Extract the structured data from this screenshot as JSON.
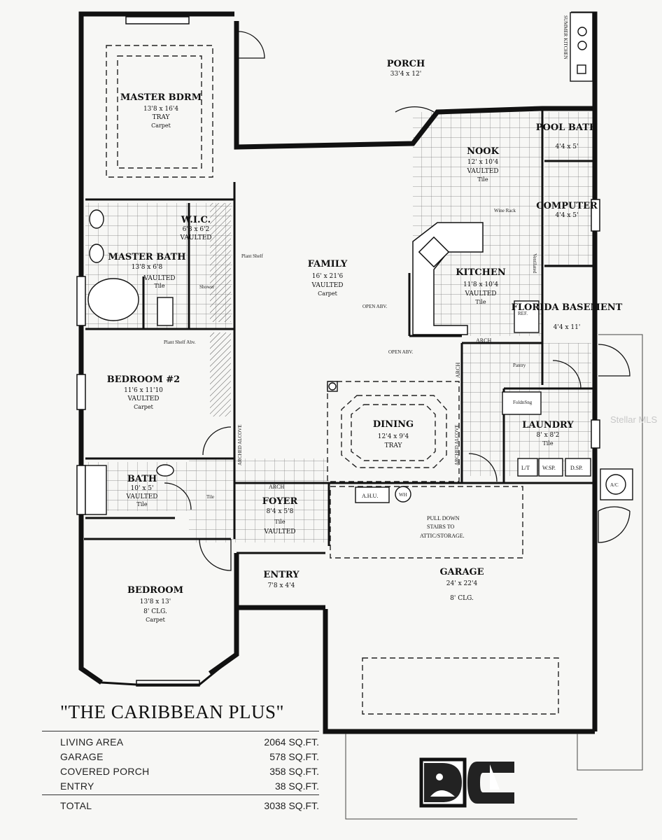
{
  "plan": {
    "title": "\"THE CARIBBEAN PLUS\"",
    "watermark": "Stellar MLS",
    "rooms": [
      {
        "name": "PORCH",
        "dim": "33'4 x 12'"
      },
      {
        "name": "MASTER BDRM",
        "dim": "13'8 x 16'4",
        "note": "TRAY",
        "finish": "Carpet"
      },
      {
        "name": "W.I.C.",
        "dim": "6'8 x 6'2",
        "note": "VAULTED"
      },
      {
        "name": "MASTER BATH",
        "dim": "13'8 x 6'8",
        "note": "VAULTED",
        "finish": "Tile"
      },
      {
        "name": "FAMILY",
        "dim": "16' x 21'6",
        "note": "VAULTED",
        "finish": "Carpet"
      },
      {
        "name": "NOOK",
        "dim": "12' x 10'4",
        "note": "VAULTED",
        "finish": "Tile"
      },
      {
        "name": "KITCHEN",
        "dim": "11'8 x 10'4",
        "note": "VAULTED",
        "finish": "Tile"
      },
      {
        "name": "POOL BATH",
        "dim": "4'4 x 5'"
      },
      {
        "name": "COMPUTER",
        "dim": "4'4 x 5'"
      },
      {
        "name": "FLORIDA BASEMENT",
        "dim": "4'4 x 11'"
      },
      {
        "name": "BEDROOM #2",
        "dim": "11'6 x 11'10",
        "note": "VAULTED",
        "finish": "Carpet"
      },
      {
        "name": "DINING",
        "dim": "12'4 x 9'4",
        "note": "TRAY"
      },
      {
        "name": "LAUNDRY",
        "dim": "8' x 8'2",
        "finish": "Tile"
      },
      {
        "name": "BATH",
        "dim": "10' x 5'",
        "note": "VAULTED",
        "finish": "Tile"
      },
      {
        "name": "FOYER",
        "dim": "8'4 x 5'8",
        "note": "VAULTED",
        "finish": "Tile"
      },
      {
        "name": "ENTRY",
        "dim": "7'8 x 4'4"
      },
      {
        "name": "GARAGE",
        "dim": "24' x 22'4",
        "note": "8' CLG."
      },
      {
        "name": "BEDROOM",
        "dim": "13'8 x 13'",
        "note": "8' CLG.",
        "finish": "Carpet"
      }
    ],
    "annotations": {
      "summer_kitchen": "SUMMER KITCHEN",
      "plant_shelf": "Plant Shelf",
      "plant_shelf_abv": "Plant Shelf Abv.",
      "shower": "Shower",
      "open_abv_1": "OPEN ABV.",
      "open_abv_2": "OPEN ABV.",
      "wine_rack": "Wine Rack",
      "ventilated": "Ventilated",
      "ref": "REF.",
      "arch_kitchen": "ARCH",
      "arch_vertical": "ARCH",
      "pantry": "Pantry",
      "folding": "FoldnSng",
      "arched_alcove_1": "ARCHED ALCOVE",
      "arched_alcove_2": "ARCHED ALCOVE",
      "arch_foyer": "ARCH",
      "tile_hall": "Tile",
      "lt": "L/T",
      "wsp": "W.SP.",
      "dsp": "D.SP.",
      "ac": "A/C",
      "ahu": "A.H.U.",
      "wh": "WH",
      "pull_down_1": "PULL DOWN",
      "pull_down_2": "STAIRS TO",
      "pull_down_3": "ATTIC/STORAGE."
    }
  },
  "areas": {
    "rows": [
      {
        "label": "LIVING AREA",
        "value": "2064 SQ.FT."
      },
      {
        "label": "GARAGE",
        "value": "578  SQ.FT."
      },
      {
        "label": "COVERED PORCH",
        "value": "358  SQ.FT."
      },
      {
        "label": "ENTRY",
        "value": "38  SQ.FT."
      }
    ],
    "total_label": "TOTAL",
    "total_value": "3038 SQ.FT."
  }
}
